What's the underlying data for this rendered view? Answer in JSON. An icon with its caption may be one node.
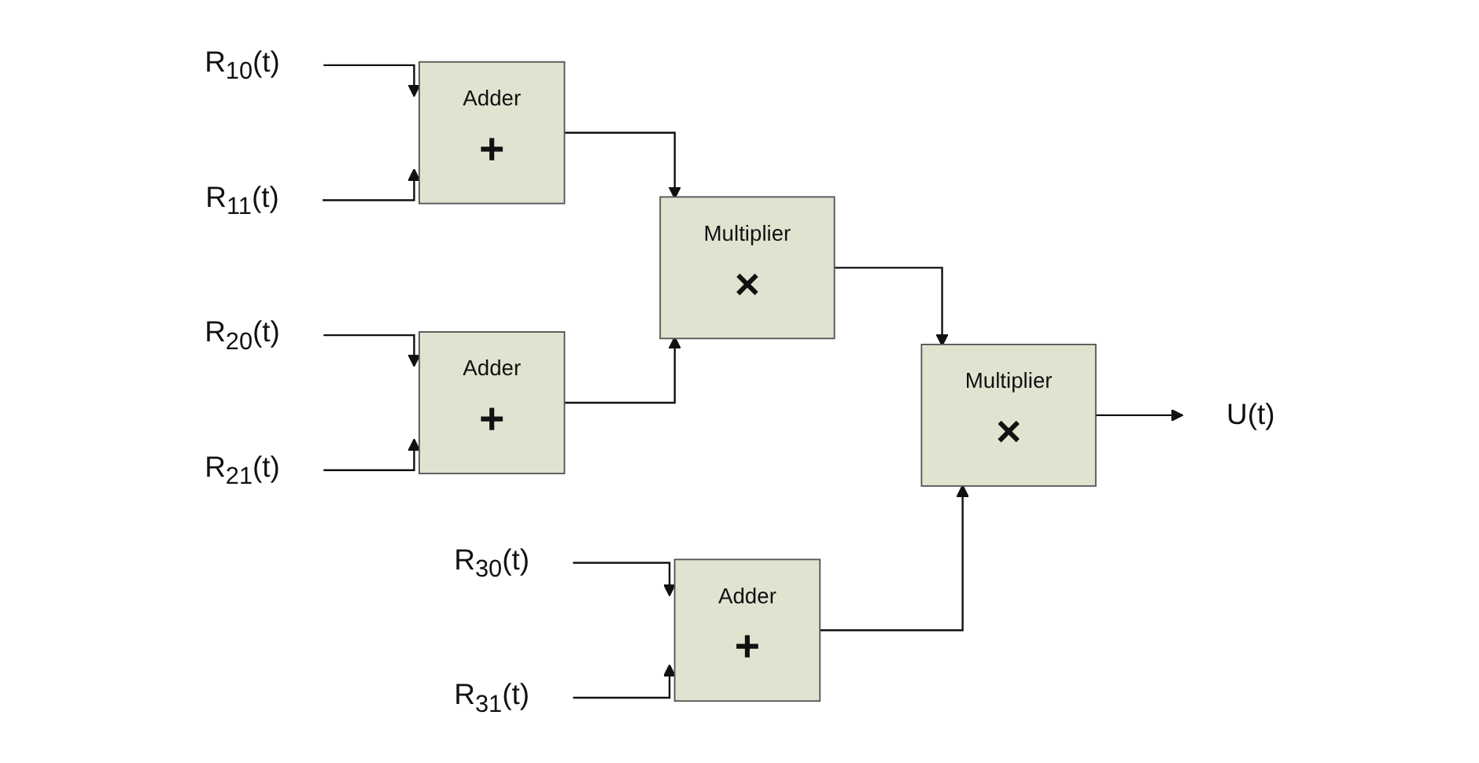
{
  "diagram": {
    "nodes": [
      {
        "text": [
          "R$_{10}$(t)"
        ]
      },
      {
        "text": [
          "R$_{11}$(t)"
        ]
      },
      {
        "text": [
          "Adder",
          "+"
        ]
      },
      {
        "text": [
          "Multiplier",
          "×"
        ]
      },
      {
        "text": [
          "R$_{20}$(t)"
        ]
      },
      {
        "text": [
          "R$_{21}$(t)"
        ]
      },
      {
        "text": [
          "Adder",
          "+"
        ]
      },
      {
        "text": [
          "Multiplier",
          "×"
        ]
      },
      {
        "text": [
          "U(t)"
        ]
      },
      {
        "text": [
          "R$_{30}$(t)"
        ]
      },
      {
        "text": [
          "R$_{31}$(t)"
        ]
      },
      {
        "text": [
          "Adder",
          "+"
        ]
      }
    ],
    "edges": [
      {
        "from": 0,
        "to": 2,
        "arrow": "to"
      },
      {
        "from": 1,
        "to": 2,
        "arrow": "to"
      },
      {
        "from": 2,
        "to": 3,
        "arrow": "to"
      },
      {
        "from": 6,
        "to": 3,
        "arrow": "to"
      },
      {
        "from": 3,
        "to": 7,
        "arrow": "to"
      },
      {
        "from": 11,
        "to": 7,
        "arrow": "to"
      },
      {
        "from": 4,
        "to": 6,
        "arrow": "to"
      },
      {
        "from": 5,
        "to": 6,
        "arrow": "to"
      },
      {
        "from": 9,
        "to": 11,
        "arrow": "to"
      },
      {
        "from": 10,
        "to": 11,
        "arrow": "to"
      },
      {
        "from": 7,
        "to": 8,
        "arrow": "to"
      }
    ]
  }
}
